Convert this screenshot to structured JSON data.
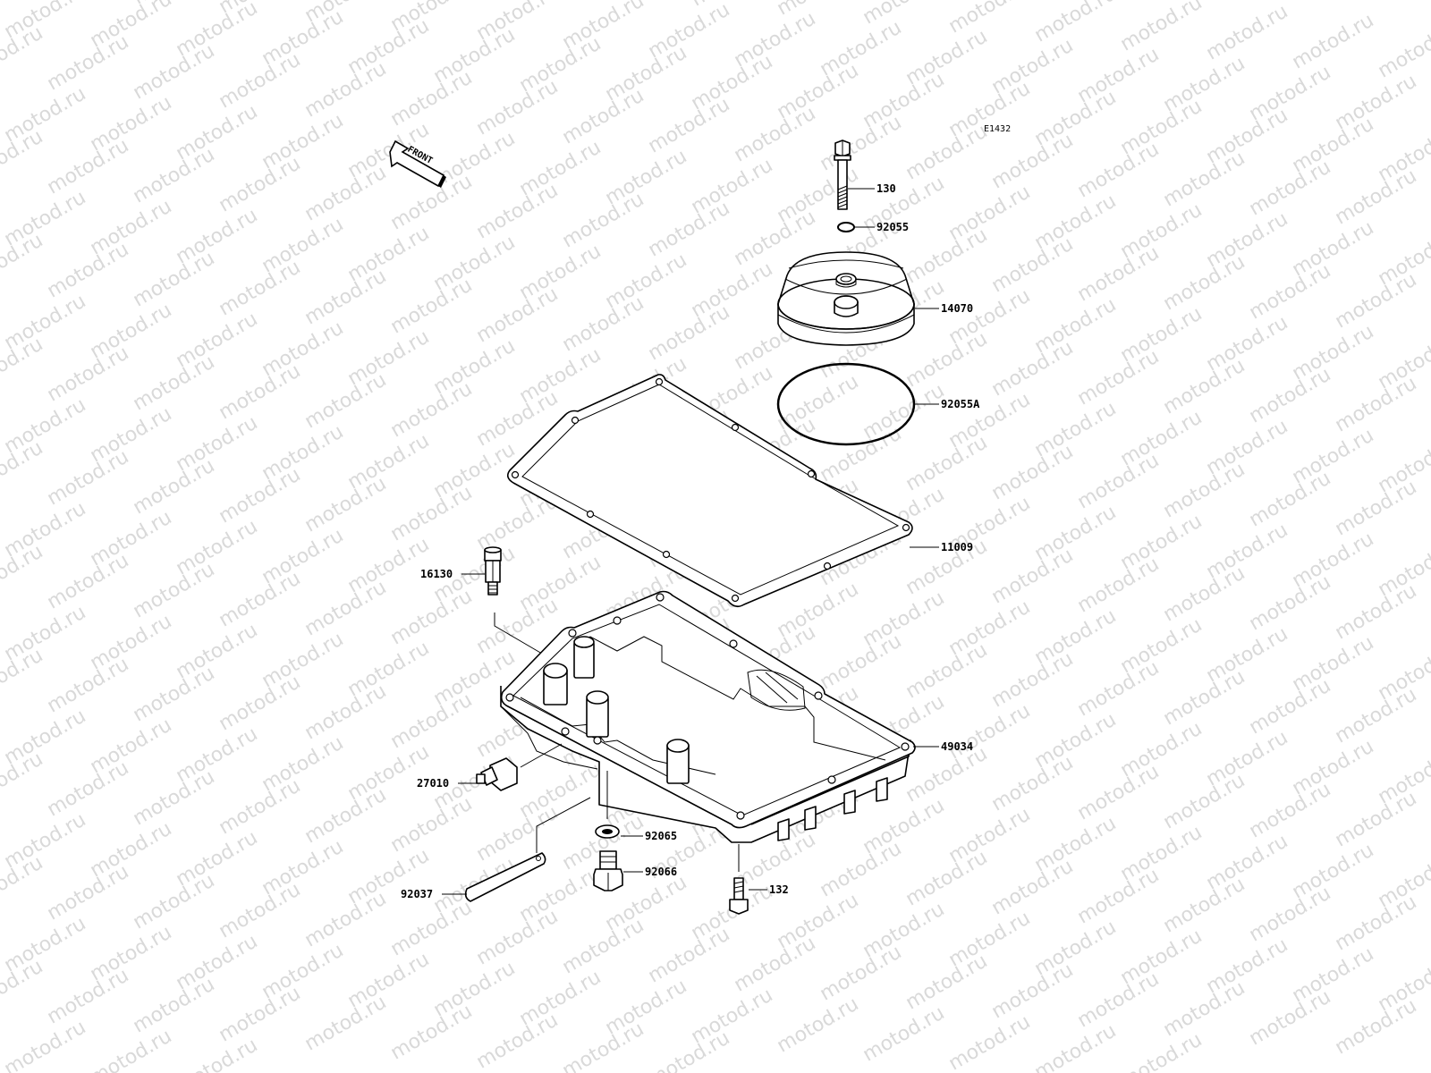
{
  "watermark_text": "motod.ru",
  "diagram_code": "E1432",
  "front_label": "FRONT",
  "parts": {
    "bolt_top": "130",
    "oring_small": "92055",
    "filter_cover": "14070",
    "oring_large": "92055A",
    "gasket": "11009",
    "fitting": "16130",
    "oil_pan": "49034",
    "switch": "27010",
    "washer": "92065",
    "drain_plug": "92066",
    "bolt_pan": "132",
    "plate": "92037"
  }
}
